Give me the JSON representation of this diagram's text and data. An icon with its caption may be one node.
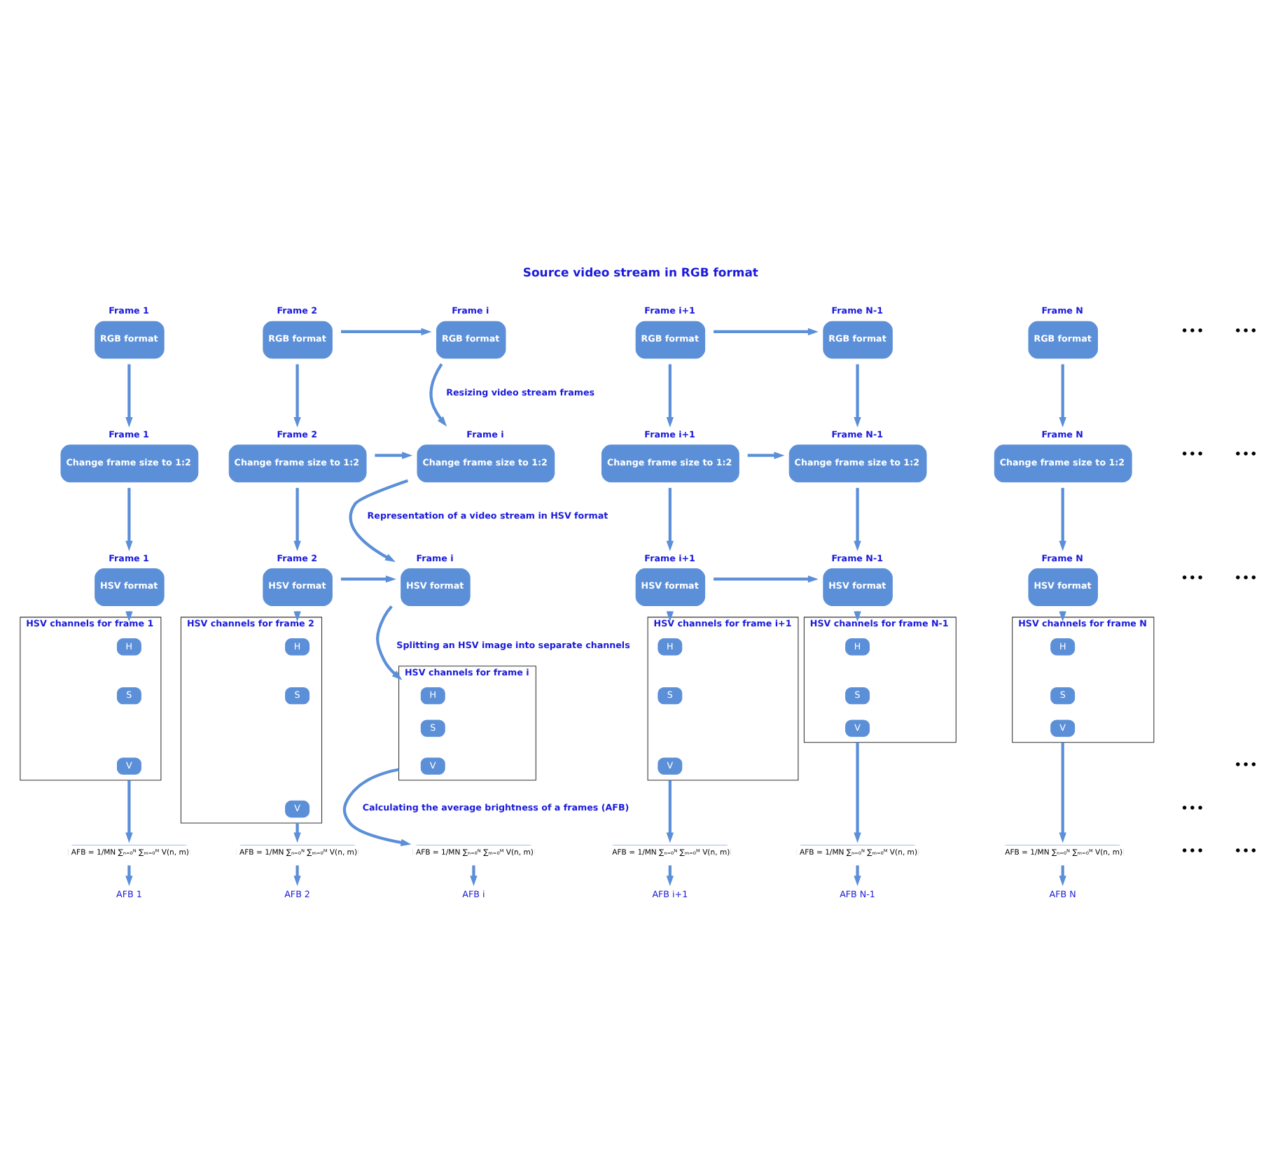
{
  "diagram": {
    "title": "Source video stream in RGB format",
    "nodes": [
      {
        "text": [
          "Frame 1",
          "RGB format"
        ]
      },
      {
        "text": [
          "Frame 2",
          "RGB format"
        ]
      },
      {
        "text": [
          "Frame i",
          "RGB format"
        ]
      },
      {
        "text": [
          "Frame i+1",
          "RGB format"
        ]
      },
      {
        "text": [
          "Frame N-1",
          "RGB format"
        ]
      },
      {
        "text": [
          "Frame N",
          "RGB format"
        ]
      },
      {
        "text": [
          "Frame 1",
          "Change frame size to 1:2"
        ]
      },
      {
        "text": [
          "Frame 2",
          "Change frame size to 1:2"
        ]
      },
      {
        "text": [
          "Frame i",
          "Change frame size to 1:2"
        ]
      },
      {
        "text": [
          "Frame i+1",
          "Change frame size to 1:2"
        ]
      },
      {
        "text": [
          "Frame N-1",
          "Change frame size to 1:2"
        ]
      },
      {
        "text": [
          "Frame N",
          "Change frame size to 1:2"
        ]
      },
      {
        "text": [
          "Frame 1",
          "HSV format"
        ]
      },
      {
        "text": [
          "Frame 2",
          "HSV format"
        ]
      },
      {
        "text": [
          "Frame i",
          "HSV format"
        ]
      },
      {
        "text": [
          "Frame i+1",
          "HSV format"
        ]
      },
      {
        "text": [
          "Frame N-1",
          "HSV format"
        ]
      },
      {
        "text": [
          "Frame N",
          "HSV format"
        ]
      },
      {
        "text": [
          "HSV channels for frame 1"
        ]
      },
      {
        "text": [
          "H"
        ],
        "in": 18
      },
      {
        "text": [
          "S"
        ],
        "in": 18
      },
      {
        "text": [
          "V"
        ],
        "in": 18
      },
      {
        "text": [
          "HSV channels for frame 2"
        ]
      },
      {
        "text": [
          "H"
        ],
        "in": 22
      },
      {
        "text": [
          "S"
        ],
        "in": 22
      },
      {
        "text": [
          "V"
        ],
        "in": 22
      },
      {
        "text": [
          "HSV channels for frame i"
        ]
      },
      {
        "text": [
          "H"
        ],
        "in": 26
      },
      {
        "text": [
          "S"
        ],
        "in": 26
      },
      {
        "text": [
          "V"
        ],
        "in": 26
      },
      {
        "text": [
          "HSV channels for frame i+1"
        ]
      },
      {
        "text": [
          "H"
        ],
        "in": 30
      },
      {
        "text": [
          "S"
        ],
        "in": 30
      },
      {
        "text": [
          "V"
        ],
        "in": 30
      },
      {
        "text": [
          "HSV channels for frame N-1"
        ]
      },
      {
        "text": [
          "H"
        ],
        "in": 34
      },
      {
        "text": [
          "S"
        ],
        "in": 34
      },
      {
        "text": [
          "V"
        ],
        "in": 34
      },
      {
        "text": [
          "HSV channels for frame N"
        ]
      },
      {
        "text": [
          "H"
        ],
        "in": 38
      },
      {
        "text": [
          "S"
        ],
        "in": 38
      },
      {
        "text": [
          "V"
        ],
        "in": 38
      },
      {
        "text": [
          "AFB = 1/MN ∑ₙ₌₀ᴺ ∑ₘ₌₀ᴹ V(n, m)"
        ]
      },
      {
        "text": [
          "AFB = 1/MN ∑ₙ₌₀ᴺ ∑ₘ₌₀ᴹ V(n, m)"
        ]
      },
      {
        "text": [
          "AFB = 1/MN ∑ₙ₌₀ᴺ ∑ₘ₌₀ᴹ V(n, m)"
        ]
      },
      {
        "text": [
          "AFB = 1/MN ∑ₙ₌₀ᴺ ∑ₘ₌₀ᴹ V(n, m)"
        ]
      },
      {
        "text": [
          "AFB = 1/MN ∑ₙ₌₀ᴺ ∑ₘ₌₀ᴹ V(n, m)"
        ]
      },
      {
        "text": [
          "AFB = 1/MN ∑ₙ₌₀ᴺ ∑ₘ₌₀ᴹ V(n, m)"
        ]
      },
      {
        "text": [
          "AFB 1"
        ]
      },
      {
        "text": [
          "AFB 2"
        ]
      },
      {
        "text": [
          "AFB i"
        ]
      },
      {
        "text": [
          "AFB i+1"
        ]
      },
      {
        "text": [
          "AFB N-1"
        ]
      },
      {
        "text": [
          "AFB N"
        ]
      }
    ],
    "edges": [
      {
        "from": 1,
        "to": 2,
        "arrow": "to"
      },
      {
        "from": 3,
        "to": 4,
        "arrow": "to"
      },
      {
        "from": 0,
        "to": 6,
        "arrow": "to"
      },
      {
        "from": 1,
        "to": 7,
        "arrow": "to"
      },
      {
        "from": 2,
        "to": 8,
        "arrow": "to"
      },
      {
        "from": 3,
        "to": 9,
        "arrow": "to"
      },
      {
        "from": 4,
        "to": 10,
        "arrow": "to"
      },
      {
        "from": 5,
        "to": 11,
        "arrow": "to"
      },
      {
        "from": 7,
        "to": 8,
        "arrow": "to"
      },
      {
        "from": 9,
        "to": 10,
        "arrow": "to"
      },
      {
        "from": 6,
        "to": 12,
        "arrow": "to"
      },
      {
        "from": 7,
        "to": 13,
        "arrow": "to"
      },
      {
        "from": 8,
        "to": 14,
        "arrow": "to"
      },
      {
        "from": 9,
        "to": 15,
        "arrow": "to"
      },
      {
        "from": 10,
        "to": 16,
        "arrow": "to"
      },
      {
        "from": 11,
        "to": 17,
        "arrow": "to"
      },
      {
        "from": 13,
        "to": 14,
        "arrow": "to"
      },
      {
        "from": 15,
        "to": 16,
        "arrow": "to"
      },
      {
        "from": 12,
        "to": 18,
        "arrow": "to"
      },
      {
        "from": 13,
        "to": 22,
        "arrow": "to"
      },
      {
        "from": 14,
        "to": 26,
        "arrow": "to"
      },
      {
        "from": 15,
        "to": 30,
        "arrow": "to"
      },
      {
        "from": 16,
        "to": 34,
        "arrow": "to"
      },
      {
        "from": 17,
        "to": 38,
        "arrow": "to"
      },
      {
        "from": 18,
        "to": 42,
        "arrow": "to"
      },
      {
        "from": 22,
        "to": 43,
        "arrow": "to"
      },
      {
        "from": 26,
        "to": 44,
        "arrow": "to"
      },
      {
        "from": 30,
        "to": 45,
        "arrow": "to"
      },
      {
        "from": 34,
        "to": 46,
        "arrow": "to"
      },
      {
        "from": 38,
        "to": 47,
        "arrow": "to"
      },
      {
        "from": 42,
        "to": 48,
        "arrow": "to"
      },
      {
        "from": 43,
        "to": 49,
        "arrow": "to"
      },
      {
        "from": 44,
        "to": 50,
        "arrow": "to"
      },
      {
        "from": 45,
        "to": 51,
        "arrow": "to"
      },
      {
        "from": 46,
        "to": 52,
        "arrow": "to"
      },
      {
        "from": 47,
        "to": 53,
        "arrow": "to"
      }
    ],
    "labels": [
      "•••",
      "•••",
      "Resizing video stream frames",
      "•••",
      "•••",
      "Representation of a video stream in HSV format",
      "•••",
      "•••",
      "Splitting an HSV image into separate channels",
      "•••",
      "•••",
      "Calculating the average brightness of a frames (AFB)",
      "•••",
      "•••"
    ]
  }
}
